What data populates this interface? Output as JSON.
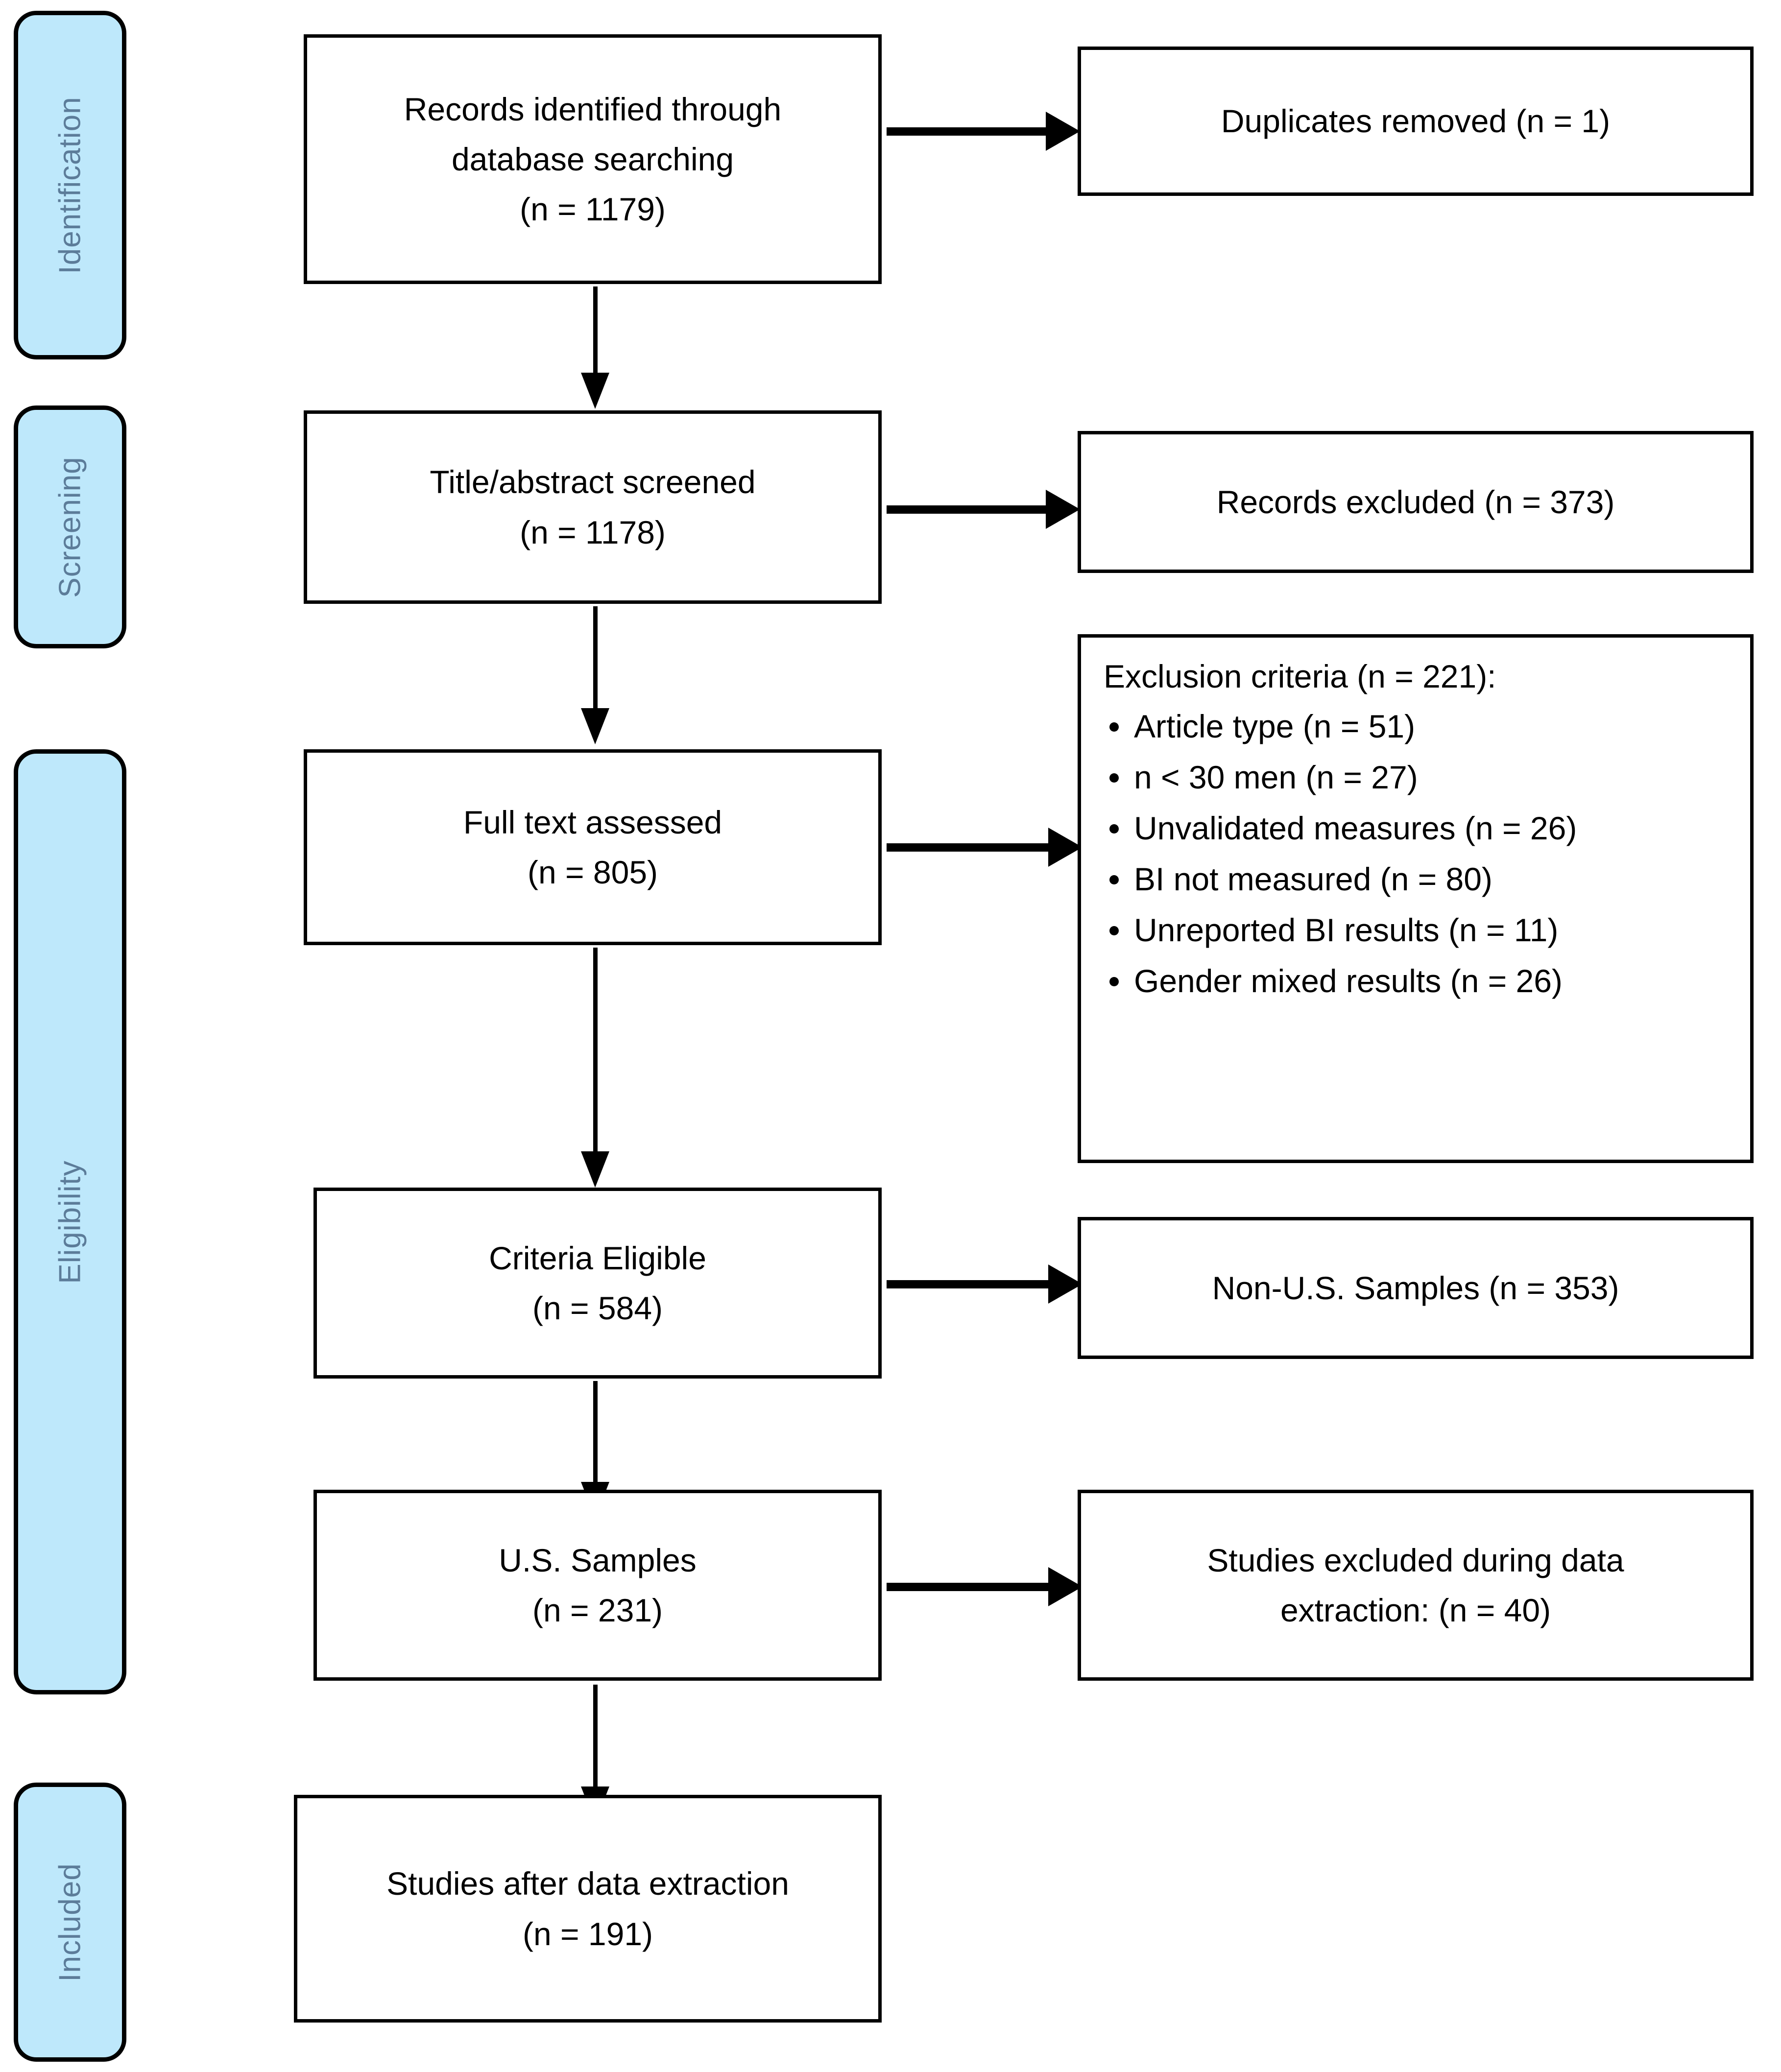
{
  "diagram": {
    "type": "prisma-flow-diagram",
    "colors": {
      "stage_fill": "#BEE8FB",
      "stage_text": "#5C7C99",
      "box_border": "#000000",
      "box_fill": "#FFFFFF",
      "text": "#000000"
    }
  },
  "stages": [
    {
      "id": "identification",
      "label": "Identification"
    },
    {
      "id": "screening",
      "label": "Screening"
    },
    {
      "id": "eligibility",
      "label": "Eligibility"
    },
    {
      "id": "included",
      "label": "Included"
    }
  ],
  "flow": {
    "records_identified": {
      "line1": "Records identified through",
      "line2": "database searching",
      "line3": "(n = 1179)"
    },
    "duplicates_removed": {
      "line1": "Duplicates removed (n = 1)"
    },
    "title_abstract_screened": {
      "line1": "Title/abstract screened",
      "line2": "(n = 1178)"
    },
    "records_excluded": {
      "line1": "Records excluded (n = 373)"
    },
    "full_text_assessed": {
      "line1": "Full text assessed",
      "line2": "(n = 805)"
    },
    "exclusion_criteria": {
      "title": "Exclusion criteria (n = 221):",
      "items": [
        "Article type (n = 51)",
        "n < 30 men (n = 27)",
        "Unvalidated measures (n = 26)",
        "BI not measured (n = 80)",
        "Unreported BI results (n = 11)",
        "Gender mixed results (n = 26)"
      ]
    },
    "criteria_eligible": {
      "line1": "Criteria Eligible",
      "line2": "(n = 584)"
    },
    "non_us_samples": {
      "line1": "Non-U.S. Samples (n = 353)"
    },
    "us_samples": {
      "line1": "U.S. Samples",
      "line2": "(n = 231)"
    },
    "studies_excluded_extraction": {
      "line1": "Studies excluded during data",
      "line2": "extraction: (n = 40)"
    },
    "studies_after_extraction": {
      "line1": "Studies after data extraction",
      "line2": "(n = 191)"
    }
  },
  "counts": {
    "records_identified": 1179,
    "duplicates_removed": 1,
    "title_abstract_screened": 1178,
    "records_excluded": 373,
    "full_text_assessed": 805,
    "exclusion_criteria_total": 221,
    "exclusion_article_type": 51,
    "exclusion_n_lt_30_men": 27,
    "exclusion_unvalidated_measures": 26,
    "exclusion_bi_not_measured": 80,
    "exclusion_unreported_bi_results": 11,
    "exclusion_gender_mixed_results": 26,
    "criteria_eligible": 584,
    "non_us_samples": 353,
    "us_samples": 231,
    "studies_excluded_extraction": 40,
    "studies_after_extraction": 191
  }
}
